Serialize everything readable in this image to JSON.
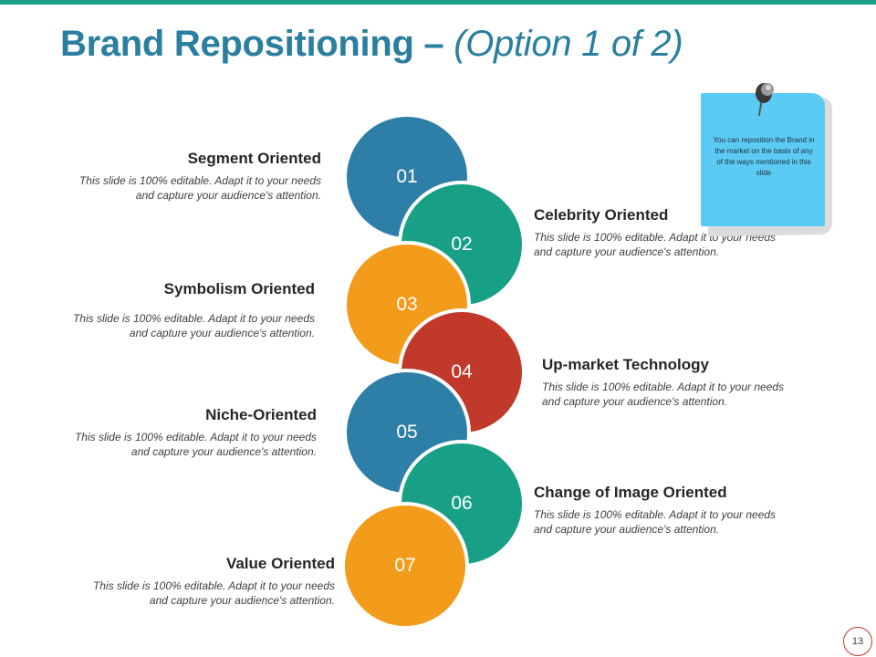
{
  "title": {
    "main": "Brand Repositioning – ",
    "sub": "(Option 1 of 2)"
  },
  "colors": {
    "accent_bar": "#1a9f86",
    "title": "#2a7e9e",
    "blue": "#2e7fa7",
    "teal": "#17a085",
    "orange": "#f39c1b",
    "red": "#c0392b",
    "note": "#5bcbf5"
  },
  "circles": [
    {
      "number": "01",
      "color": "#2e7fa7"
    },
    {
      "number": "02",
      "color": "#17a085"
    },
    {
      "number": "03",
      "color": "#f39c1b"
    },
    {
      "number": "04",
      "color": "#c0392b"
    },
    {
      "number": "05",
      "color": "#2e7fa7"
    },
    {
      "number": "06",
      "color": "#17a085"
    },
    {
      "number": "07",
      "color": "#f39c1b"
    }
  ],
  "items": [
    {
      "heading": "Segment Oriented",
      "text": "This slide is 100% editable. Adapt it to your needs and capture your audience's attention."
    },
    {
      "heading": "Celebrity Oriented",
      "text": "This slide is 100% editable. Adapt it to your needs and capture your audience's attention."
    },
    {
      "heading": "Symbolism Oriented",
      "text": "This slide is 100% editable. Adapt it to your needs and capture your audience's attention."
    },
    {
      "heading": "Up-market Technology",
      "text": "This slide is 100% editable. Adapt it to your needs and capture your audience's attention."
    },
    {
      "heading": "Niche-Oriented",
      "text": "This slide is 100% editable. Adapt it to your needs and capture your audience's attention."
    },
    {
      "heading": "Change of Image Oriented",
      "text": "This slide is 100% editable. Adapt it to your needs and capture your audience's attention."
    },
    {
      "heading": "Value Oriented",
      "text": "This slide is 100% editable. Adapt it to your needs and capture your audience's attention."
    }
  ],
  "note": {
    "text": "You can reposition the Brand in the market on the basis of any of the ways mentioned in this slide",
    "icon": "pushpin-icon"
  },
  "page_number": "13"
}
